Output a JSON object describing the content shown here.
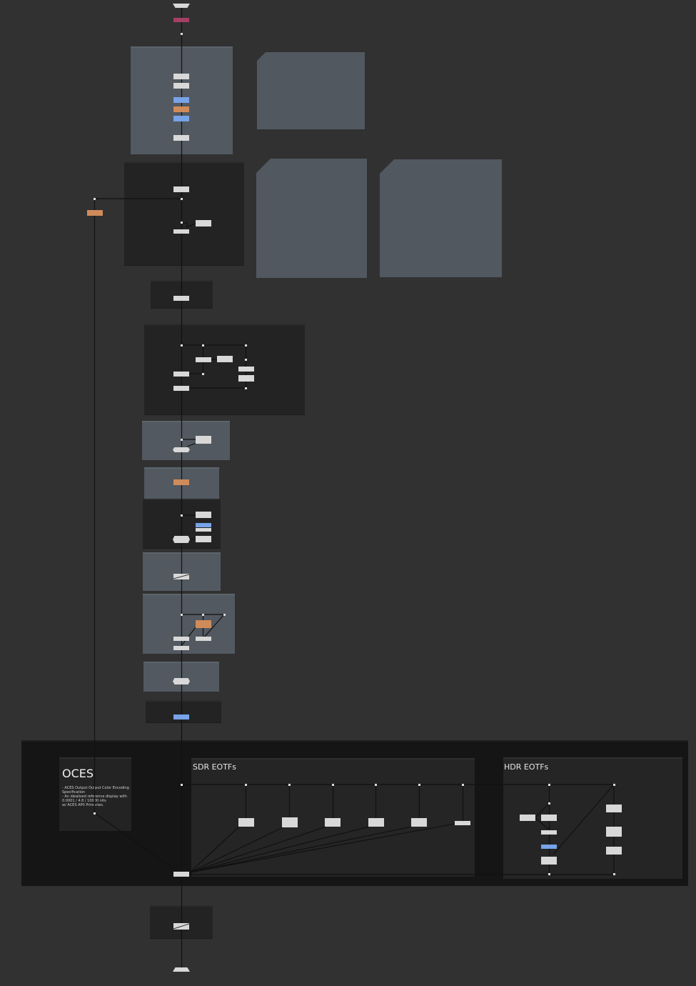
{
  "canvas": {
    "background": "#313131"
  },
  "colors": {
    "node_default": "#d8d8d8",
    "node_orange": "#cf8b5a",
    "node_blue": "#77a3e8",
    "node_pink": "#a63f63",
    "wire": "#111111",
    "dot": "#dcdcdc"
  },
  "note": {
    "title": "OCES",
    "text": "- ACES Output Output Color Encoding\nSpecification\n- An idealized reference display with\n0.0001 / 4.8 / 10000 nits\nw/ ACES AP0 Primaries."
  },
  "groups": {
    "sdr": {
      "title": "SDR EOTFs"
    },
    "hdr": {
      "title": "HDR EOTFs"
    }
  }
}
